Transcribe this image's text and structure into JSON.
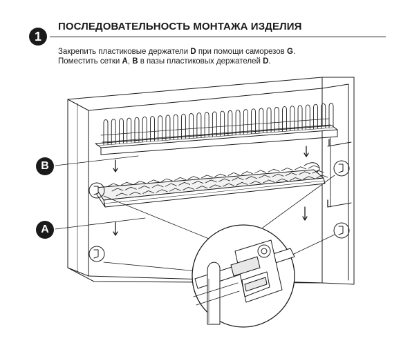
{
  "step": {
    "number": "1",
    "title": "ПОСЛЕДОВАТЕЛЬНОСТЬ МОНТАЖА ИЗДЕЛИЯ"
  },
  "instructions": {
    "line1_pre": "Закрепить пластиковые держатели ",
    "line1_part_d": "D",
    "line1_mid": " при помощи саморезов ",
    "line1_part_g": "G",
    "line1_end": ".",
    "line2_pre": "Поместить сетки ",
    "line2_part_a": "A",
    "line2_sep": ", ",
    "line2_part_b": "B",
    "line2_mid": " в пазы пластиковых держателей ",
    "line2_part_d": "D",
    "line2_end": "."
  },
  "callouts": {
    "upper_rack": "B",
    "lower_rack": "A"
  },
  "colors": {
    "ink": "#1a1a1a",
    "fill": "#ffffff",
    "shade": "#e8e8e8"
  }
}
